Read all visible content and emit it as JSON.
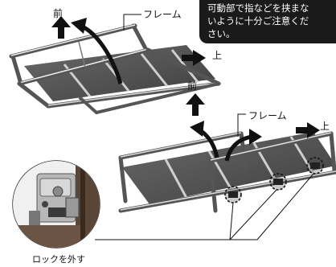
{
  "labels": {
    "front_top": "前",
    "frame_top": "フレーム",
    "up_top": "上",
    "front_bottom": "前",
    "frame_bottom": "フレーム",
    "up_bottom": "上",
    "unlock": "ロックを外す"
  },
  "warning_note": {
    "lines": [
      "可動部で指などを挟まな",
      "いように十分ご注意くだ",
      "さい。"
    ]
  }
}
